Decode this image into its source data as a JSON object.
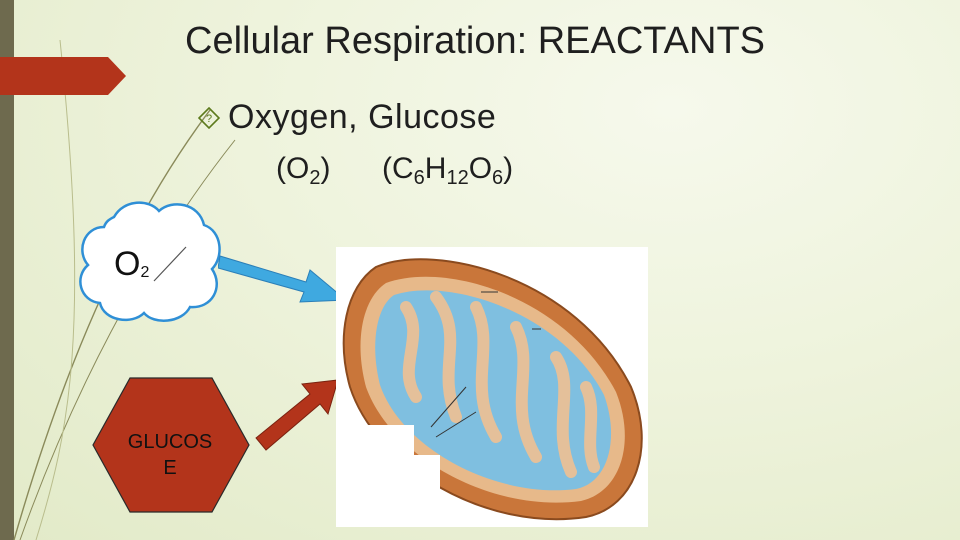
{
  "slide": {
    "title": "Cellular Respiration: REACTANTS",
    "bullet": {
      "icon": "diamond-question-icon",
      "text": "Oxygen, Glucose"
    },
    "formulas": {
      "oxygen": {
        "prefix": "(O",
        "sub": "2",
        "suffix": ")"
      },
      "glucose": {
        "parts": [
          "(C",
          "H",
          "O",
          ")"
        ],
        "subs": [
          "6",
          "12",
          "6"
        ]
      }
    }
  },
  "oxygen_cloud": {
    "label": "O",
    "sub": "2"
  },
  "glucose_hexagon": {
    "line1": "GLUCOS",
    "line2": "E"
  },
  "colors": {
    "accent_red": "#b3341b",
    "arrow_blue": "#3fa9e0",
    "hexagon": "#b3341b",
    "cloud_stroke": "#2f8fd6",
    "left_bar": "#6e6a4e"
  },
  "image": {
    "subject": "mitochondrion-illustration"
  }
}
